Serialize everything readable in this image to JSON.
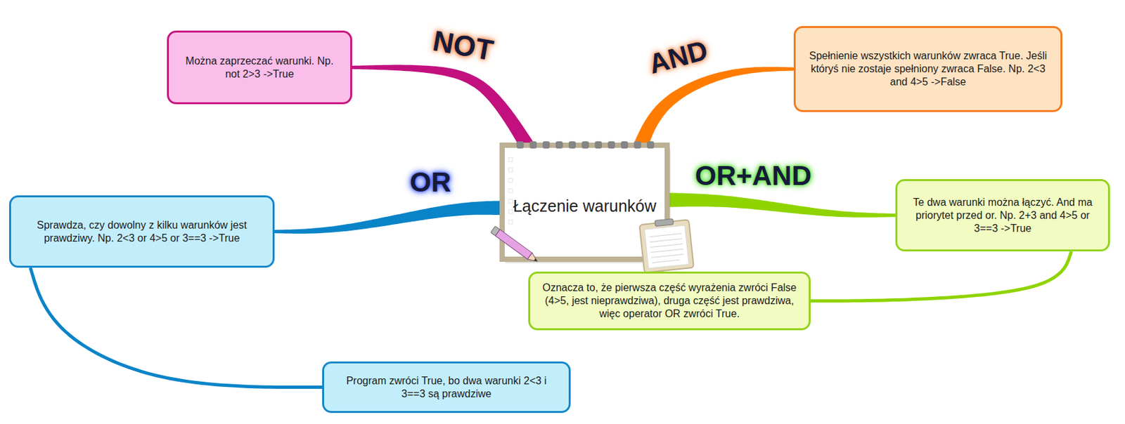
{
  "diagram": {
    "nodes": [
      {
        "text": [
          "Łączenie warunków"
        ]
      },
      {
        "text": [
          "Można zaprzeczać warunki. Np. not 2>3 ->True"
        ]
      },
      {
        "text": [
          "Spełnienie wszystkich warunków zwraca True. Jeśli któryś nie zostaje spełniony zwraca False. Np. 2<3 and 4>5 ->False"
        ]
      },
      {
        "text": [
          "Sprawdza, czy dowolny z kilku warunków jest prawdziwy. Np. 2<3 or 4>5 or 3==3 ->True"
        ]
      },
      {
        "text": [
          "Te dwa warunki można łączyć. And ma priorytet przed or. Np. 2+3 and 4>5 or 3==3 ->True"
        ]
      },
      {
        "text": [
          "Oznacza to, że pierwsza część wyrażenia zwróci False (4>5, jest nieprawdziwa), druga część jest prawdziwa, więc operator OR zwróci True."
        ]
      },
      {
        "text": [
          "Program zwróci True, bo dwa warunki 2<3 i 3==3 są prawdziwe"
        ]
      }
    ],
    "edges": [
      {
        "from": 0,
        "to": 1,
        "label": "NOT",
        "arrow": "none"
      },
      {
        "from": 0,
        "to": 2,
        "label": "AND",
        "arrow": "none"
      },
      {
        "from": 0,
        "to": 3,
        "label": "OR",
        "arrow": "none"
      },
      {
        "from": 0,
        "to": 4,
        "label": "OR+AND",
        "arrow": "none"
      },
      {
        "from": 3,
        "to": 6,
        "arrow": "none"
      },
      {
        "from": 4,
        "to": 5,
        "arrow": "none"
      }
    ]
  }
}
